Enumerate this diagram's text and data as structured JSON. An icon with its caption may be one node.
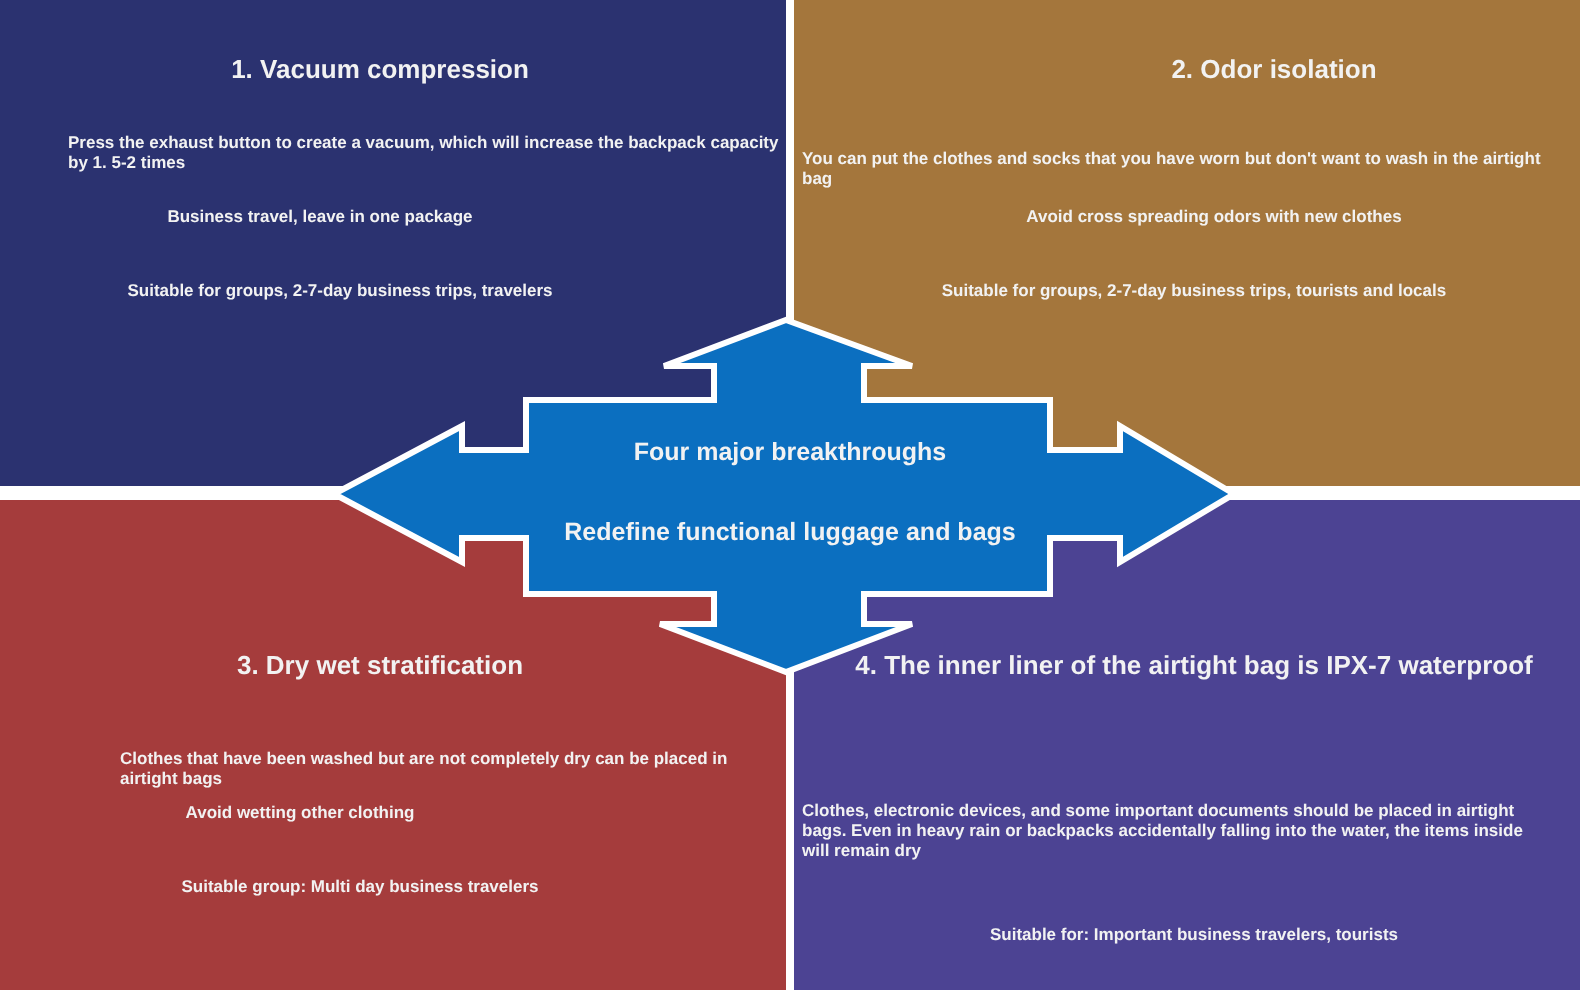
{
  "diagram": {
    "nodes": [
      {
        "text": [
          "1. Vacuum compression",
          "Press the exhaust button to create a vacuum, which will increase the backpack capacity by 1. 5-2 times",
          "Business travel, leave in one package",
          "Suitable for groups, 2-7-day business trips, travelers"
        ]
      },
      {
        "text": [
          "2. Odor isolation",
          "You can put the clothes and socks that you have worn but don't want to wash in the airtight bag",
          "Avoid cross spreading odors with new clothes",
          "Suitable for groups, 2-7-day business trips, tourists and locals"
        ]
      },
      {
        "text": [
          "Four major breakthroughs",
          "Redefine functional luggage and bags"
        ]
      },
      {
        "text": [
          "3. Dry wet stratification",
          "Clothes that have been washed but are not completely dry can be placed in airtight bags",
          "Avoid wetting other clothing",
          "Suitable group: Multi day business travelers"
        ]
      },
      {
        "text": [
          "4. The inner liner of the airtight bag is IPX-7 waterproof",
          "Clothes, electronic devices, and some important documents should be placed in airtight bags. Even in heavy rain or backpacks accidentally falling into the water, the items inside will remain dry",
          "Suitable for: Important business travelers, tourists"
        ]
      }
    ]
  }
}
